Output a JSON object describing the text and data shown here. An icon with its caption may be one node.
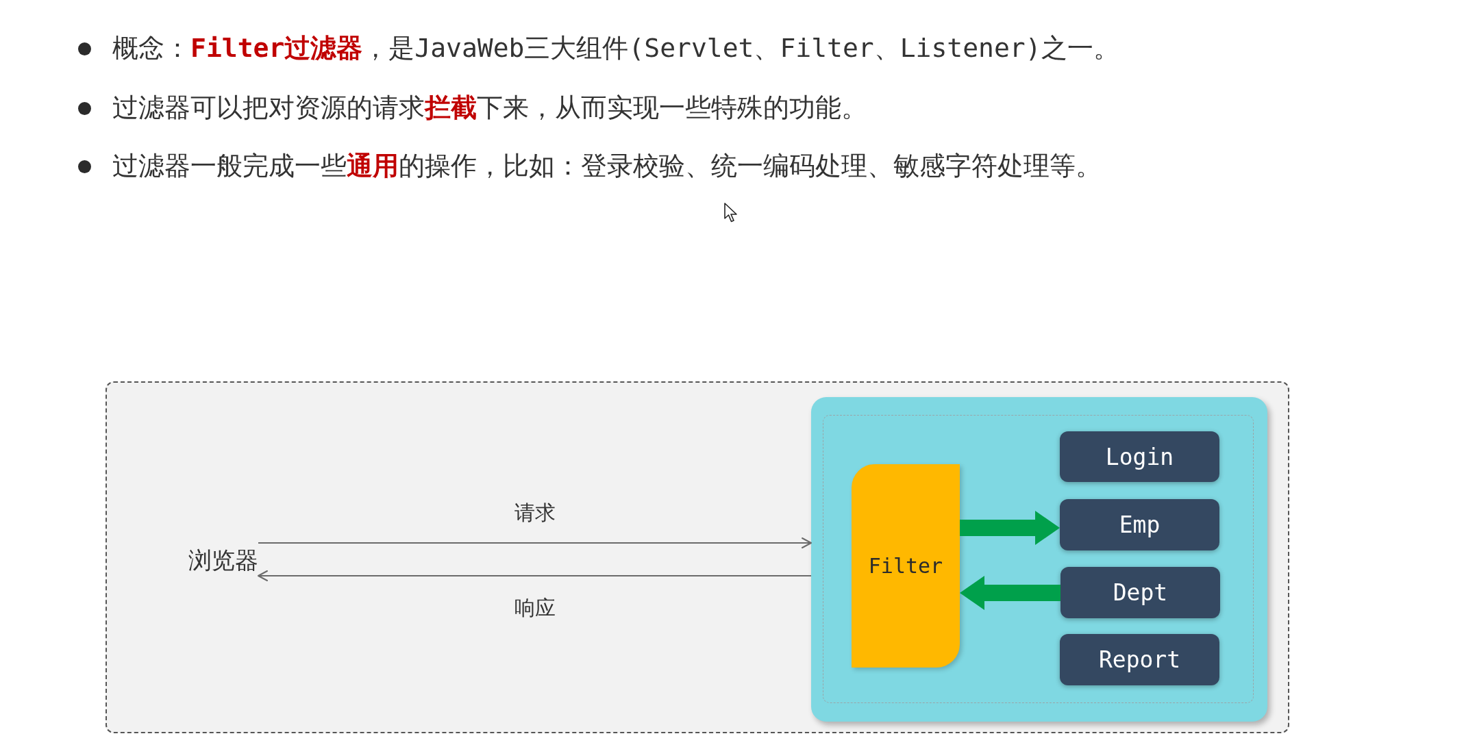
{
  "diagram": {
    "nodes": [
      {
        "text": [],
        "shape": "box"
      },
      {
        "text": [
          "浏览器"
        ],
        "in": 0
      },
      {
        "text": [],
        "shape": "box",
        "in": 0
      },
      {
        "text": [],
        "shape": "box",
        "in": 2
      },
      {
        "text": [
          "Filter"
        ],
        "in": 3
      },
      {
        "text": [
          "Login"
        ],
        "in": 3
      },
      {
        "text": [
          "Emp"
        ],
        "in": 3
      },
      {
        "text": [
          "Dept"
        ],
        "in": 3
      },
      {
        "text": [
          "Report"
        ],
        "in": 3
      }
    ],
    "edges": [
      {
        "from": 1,
        "to": 2,
        "arrow": "to",
        "label": "请求"
      },
      {
        "from": 2,
        "to": 1,
        "arrow": "to",
        "label": "响应"
      },
      {
        "from": 4,
        "to": 6,
        "arrow": "to",
        "style": "thick",
        "color": "#00a04b"
      },
      {
        "from": 7,
        "to": 4,
        "arrow": "to",
        "style": "thick",
        "color": "#00a04b"
      }
    ],
    "labels": [
      "概念：**Filter过滤器**，是JavaWeb三大组件(Servlet、Filter、Listener)之一。",
      "过滤器可以把对资源的请求**拦截**下来，从而实现一些特殊的功能。",
      "过滤器一般完成一些**通用**的操作，比如：登录校验、统一编码处理、敏感字符处理等。"
    ]
  }
}
